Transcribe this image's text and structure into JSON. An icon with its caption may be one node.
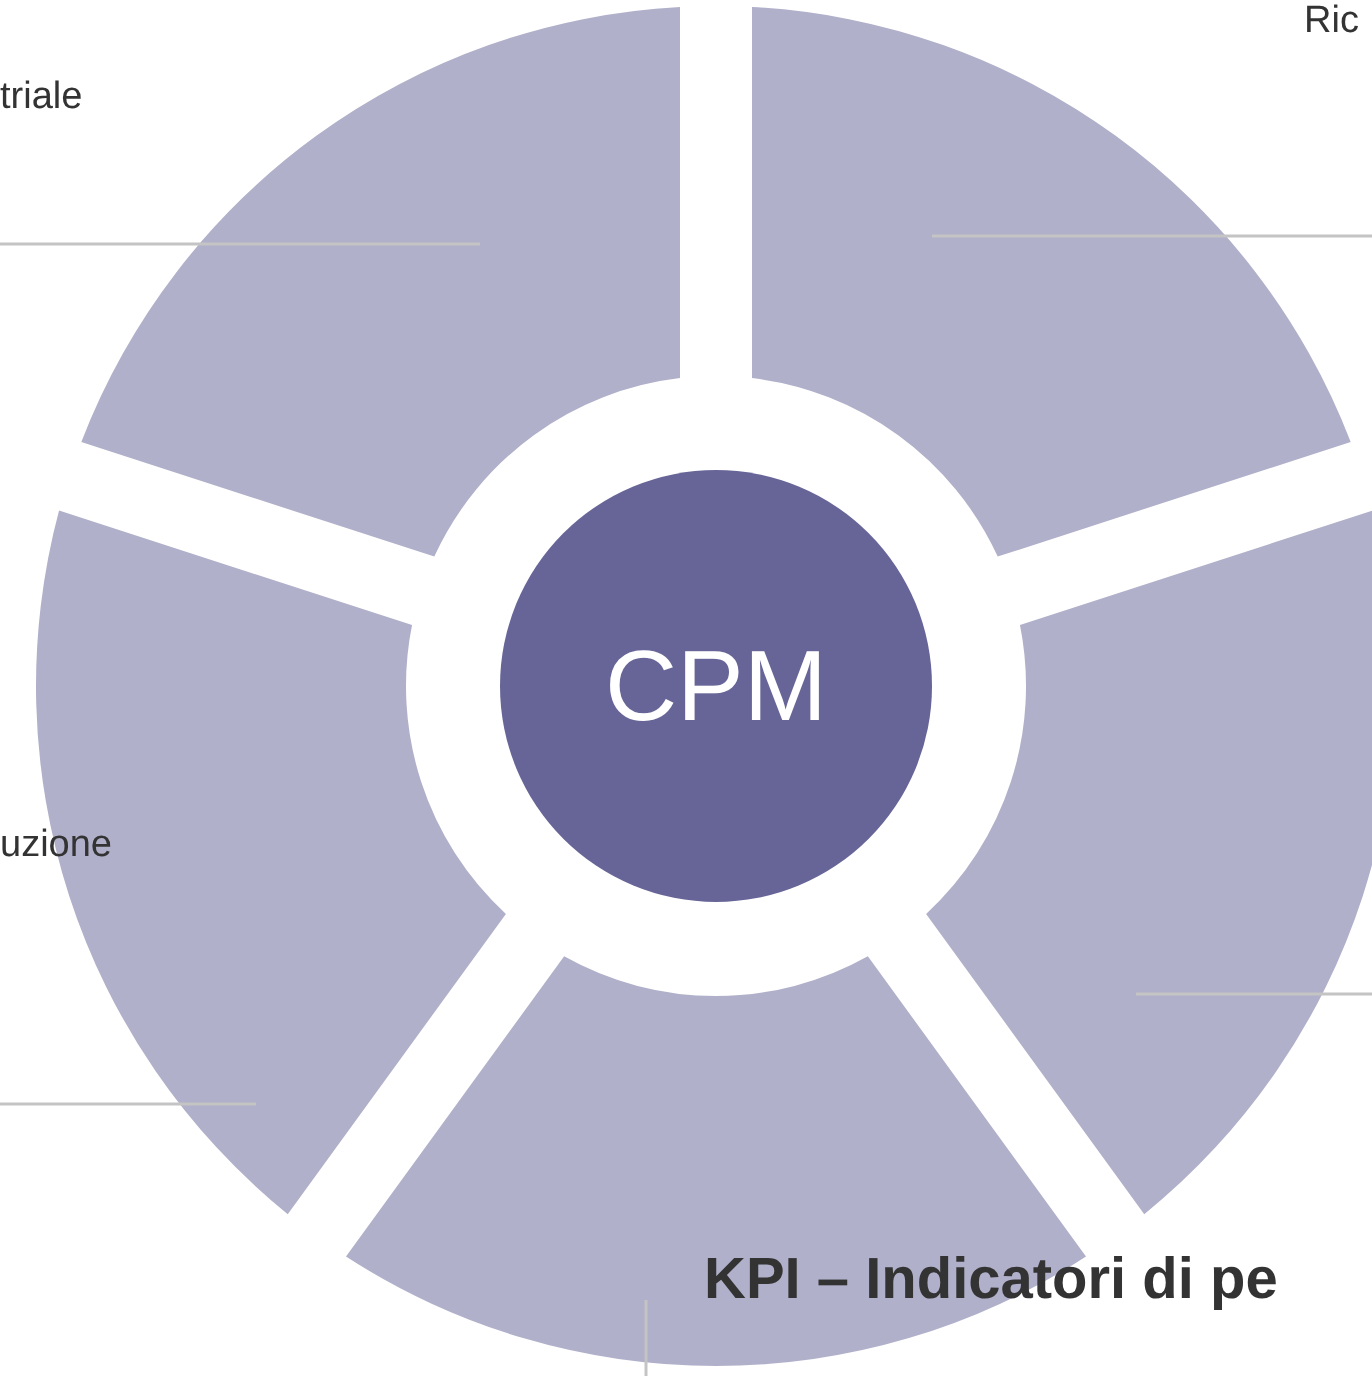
{
  "diagram": {
    "nodes": [
      {
        "text": [
          "CPM"
        ]
      },
      {
        "text": [],
        "shape": "sector"
      },
      {
        "text": [],
        "shape": "sector"
      },
      {
        "text": [],
        "shape": "sector"
      },
      {
        "text": [],
        "shape": "sector"
      },
      {
        "text": [],
        "shape": "sector"
      }
    ],
    "edges": [
      {
        "from": null,
        "to": 1,
        "arrow": "none"
      },
      {
        "from": null,
        "to": 2,
        "arrow": "none"
      },
      {
        "from": null,
        "to": 3,
        "arrow": "none"
      },
      {
        "from": null,
        "to": 4,
        "arrow": "none"
      },
      {
        "from": null,
        "to": 5,
        "arrow": "none"
      }
    ],
    "labels": [
      "triale",
      "Ric",
      "uzione",
      "KPI – Indicatori di pe"
    ]
  }
}
